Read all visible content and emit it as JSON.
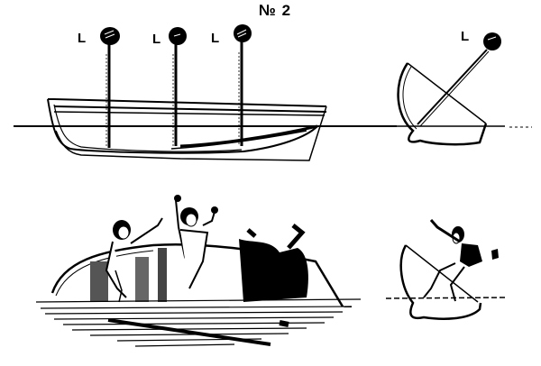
{
  "illustration": {
    "figure_number": "№ 2",
    "labels": {
      "L1": "L",
      "L2": "L",
      "L3": "L",
      "L4": "L"
    },
    "colors": {
      "ink": "#000000",
      "paper": "#ffffff"
    },
    "panels": [
      {
        "id": "top-left",
        "description": "Boat floating upright at waterline with three weighted rods (L) rising vertically"
      },
      {
        "id": "top-right",
        "description": "Cross-section of hull tilted with single weighted rod (L) angled"
      },
      {
        "id": "bottom-left",
        "description": "Capsizing boat with four men flailing, sinking into rippled water"
      },
      {
        "id": "bottom-right",
        "description": "Man in cross-section of tipping hull, hat flying off"
      }
    ]
  }
}
